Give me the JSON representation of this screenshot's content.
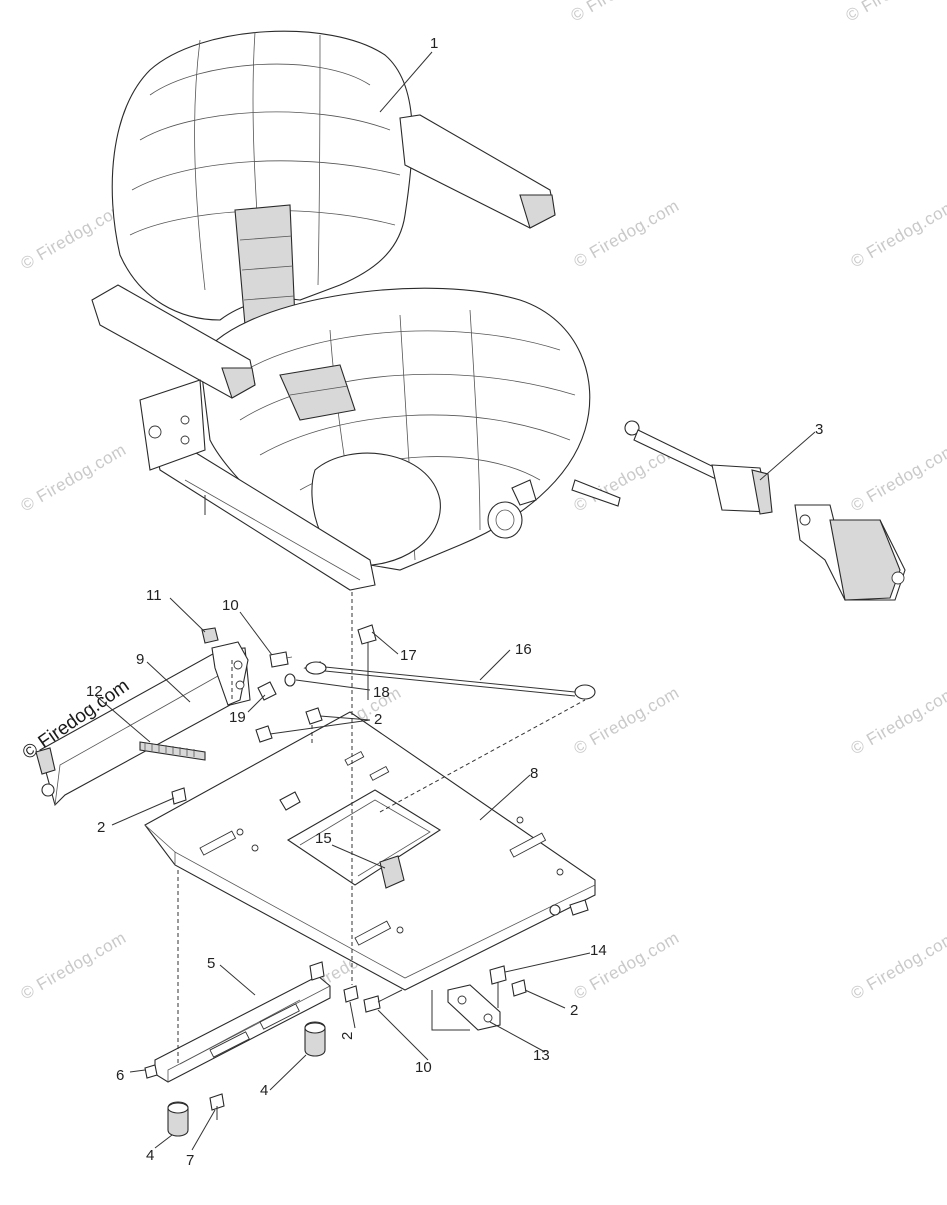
{
  "watermark": {
    "text": "© Firedog.com",
    "color": "#c9c9c9",
    "prominent_text": "© Firedog.com"
  },
  "callouts": {
    "c1": "1",
    "c2a": "2",
    "c2b": "2",
    "c2c": "2",
    "c2d": "2",
    "c3": "3",
    "c4a": "4",
    "c4b": "4",
    "c5": "5",
    "c6": "6",
    "c7": "7",
    "c8": "8",
    "c9": "9",
    "c10a": "10",
    "c10b": "10",
    "c11": "11",
    "c12": "12",
    "c13": "13",
    "c14": "14",
    "c15": "15",
    "c16": "16",
    "c17": "17",
    "c18": "18",
    "c19": "19"
  }
}
